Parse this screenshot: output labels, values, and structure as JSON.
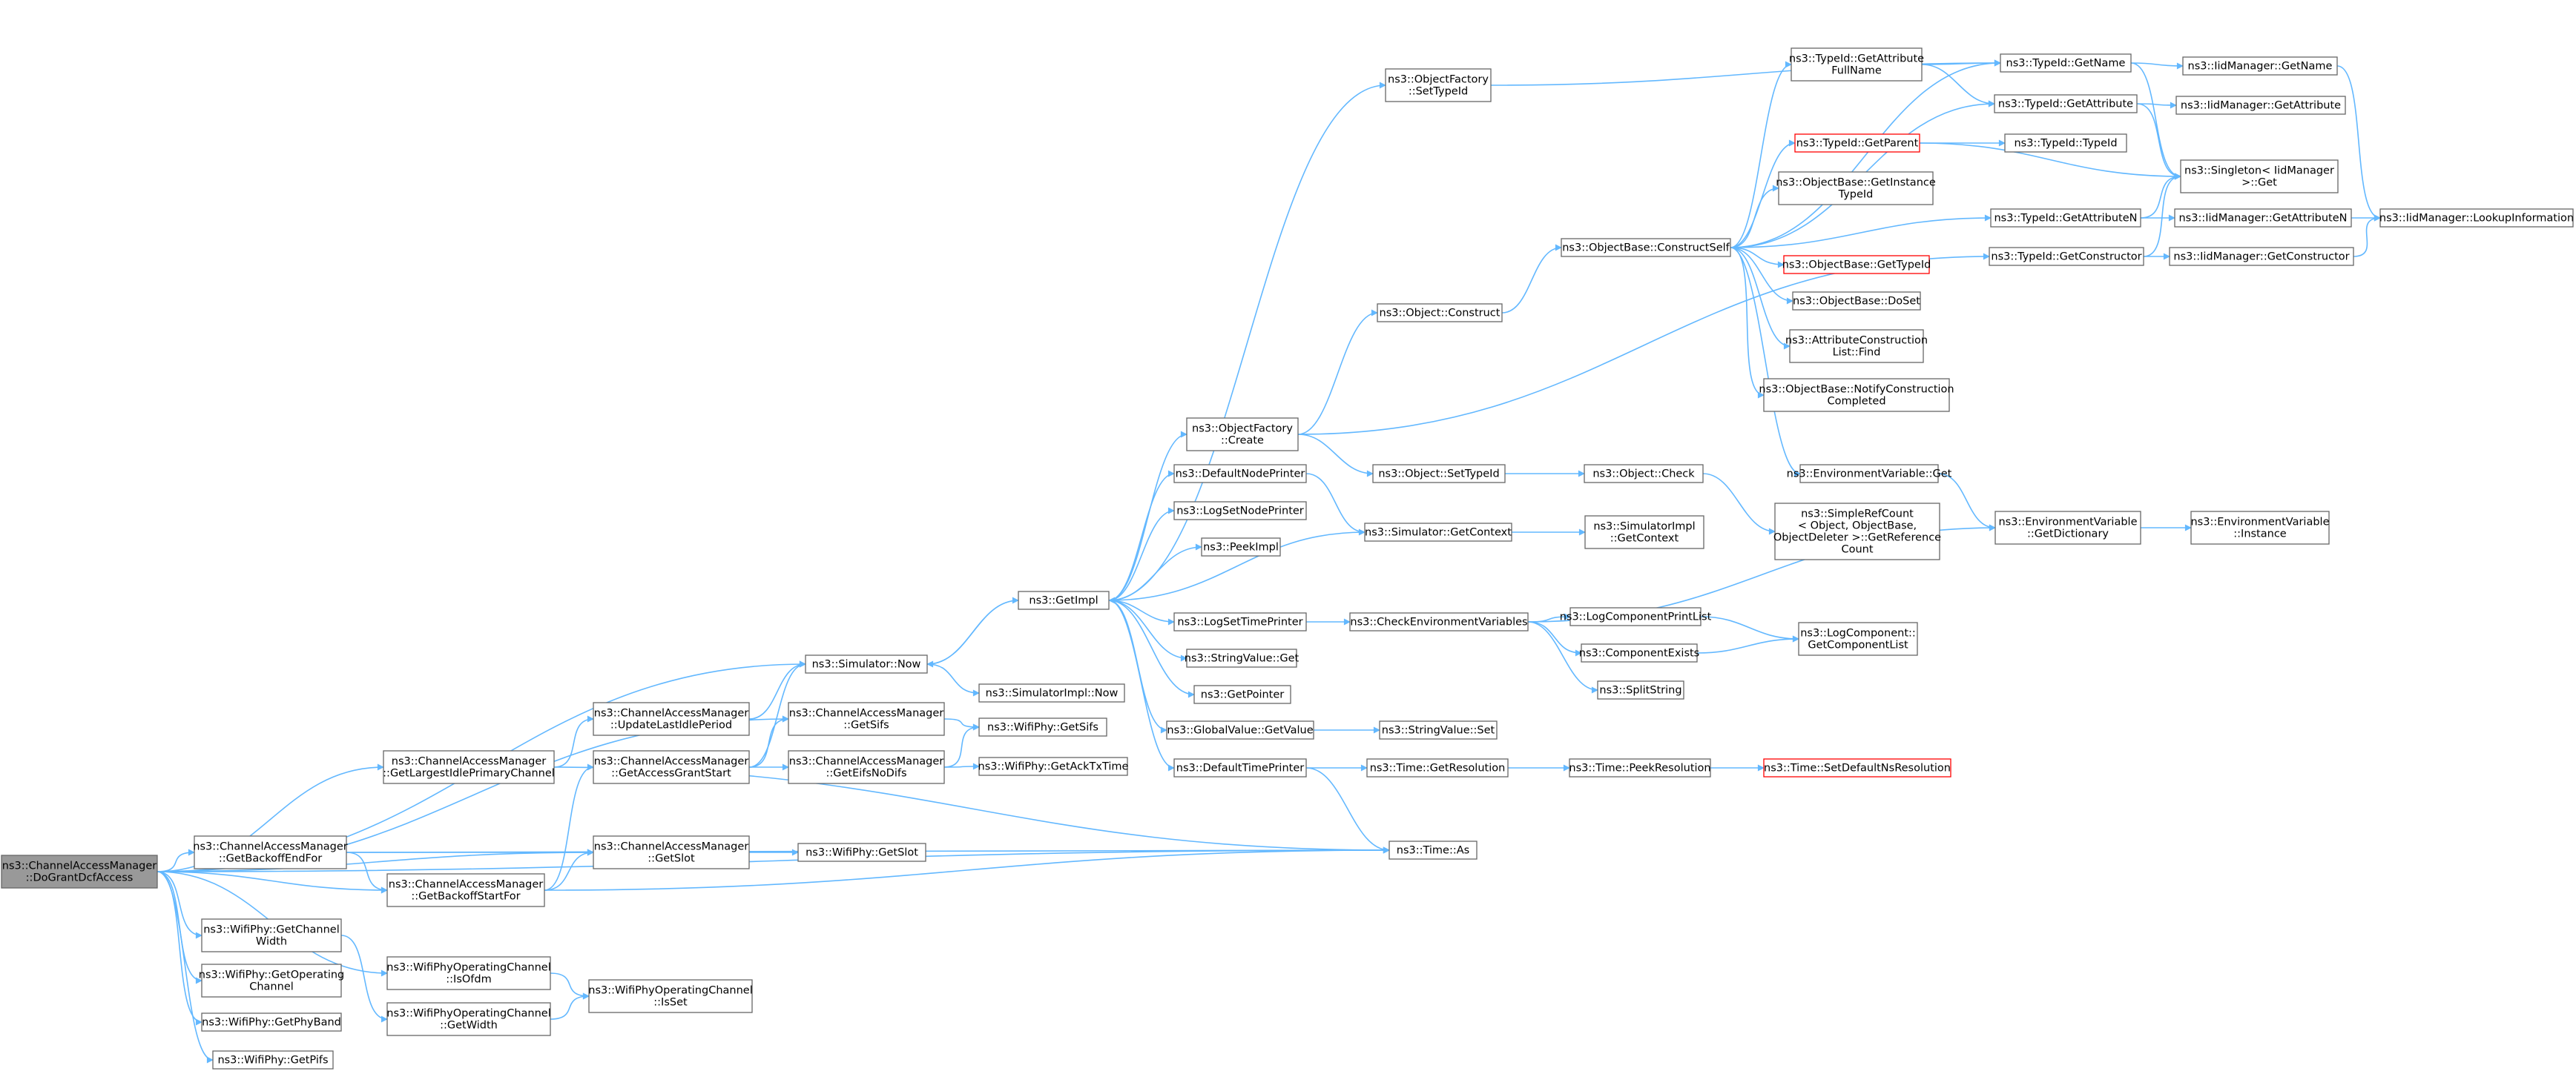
{
  "colors": {
    "edge": "#63b8ff",
    "node_border": "#666666",
    "node_fill": "#ffffff",
    "root_fill": "#999999",
    "truncated_border": "#ff0000",
    "text": "#000000"
  },
  "nodes": [
    {
      "id": "root",
      "lines": [
        "ns3::ChannelAccessManager",
        "::DoGrantDcfAccess"
      ],
      "style": "root"
    },
    {
      "id": "gbef",
      "lines": [
        "ns3::ChannelAccessManager",
        "::GetBackoffEndFor"
      ]
    },
    {
      "id": "gbsf",
      "lines": [
        "ns3::ChannelAccessManager",
        "::GetBackoffStartFor"
      ]
    },
    {
      "id": "gslot",
      "lines": [
        "ns3::ChannelAccessManager",
        "::GetSlot"
      ]
    },
    {
      "id": "wpgslot",
      "lines": [
        "ns3::WifiPhy::GetSlot"
      ]
    },
    {
      "id": "glipc",
      "lines": [
        "ns3::ChannelAccessManager",
        "::GetLargestIdlePrimaryChannel"
      ]
    },
    {
      "id": "ulip",
      "lines": [
        "ns3::ChannelAccessManager",
        "::UpdateLastIdlePeriod"
      ]
    },
    {
      "id": "gags",
      "lines": [
        "ns3::ChannelAccessManager",
        "::GetAccessGrantStart"
      ]
    },
    {
      "id": "gsifs",
      "lines": [
        "ns3::ChannelAccessManager",
        "::GetSifs"
      ]
    },
    {
      "id": "geifs",
      "lines": [
        "ns3::ChannelAccessManager",
        "::GetEifsNoDifs"
      ]
    },
    {
      "id": "wpgsifs",
      "lines": [
        "ns3::WifiPhy::GetSifs"
      ]
    },
    {
      "id": "wpgack",
      "lines": [
        "ns3::WifiPhy::GetAckTxTime"
      ]
    },
    {
      "id": "simnow",
      "lines": [
        "ns3::Simulator::Now"
      ]
    },
    {
      "id": "simimplnow",
      "lines": [
        "ns3::SimulatorImpl::Now"
      ]
    },
    {
      "id": "getimpl",
      "lines": [
        "ns3::GetImpl"
      ]
    },
    {
      "id": "wpgcw",
      "lines": [
        "ns3::WifiPhy::GetChannel",
        "Width"
      ]
    },
    {
      "id": "wpgoc",
      "lines": [
        "ns3::WifiPhy::GetOperating",
        "Channel"
      ]
    },
    {
      "id": "wpgpb",
      "lines": [
        "ns3::WifiPhy::GetPhyBand"
      ]
    },
    {
      "id": "wpgpifs",
      "lines": [
        "ns3::WifiPhy::GetPifs"
      ]
    },
    {
      "id": "wpocofdm",
      "lines": [
        "ns3::WifiPhyOperatingChannel",
        "::IsOfdm"
      ]
    },
    {
      "id": "wpocgw",
      "lines": [
        "ns3::WifiPhyOperatingChannel",
        "::GetWidth"
      ]
    },
    {
      "id": "wpocset",
      "lines": [
        "ns3::WifiPhyOperatingChannel",
        "::IsSet"
      ]
    },
    {
      "id": "timeas",
      "lines": [
        "ns3::Time::As"
      ]
    },
    {
      "id": "ofcreate",
      "lines": [
        "ns3::ObjectFactory",
        "::Create"
      ]
    },
    {
      "id": "ofsettid",
      "lines": [
        "ns3::ObjectFactory",
        "::SetTypeId"
      ]
    },
    {
      "id": "dnp",
      "lines": [
        "ns3::DefaultNodePrinter"
      ]
    },
    {
      "id": "lsnp",
      "lines": [
        "ns3::LogSetNodePrinter"
      ]
    },
    {
      "id": "peekimpl",
      "lines": [
        "ns3::PeekImpl"
      ]
    },
    {
      "id": "lstp",
      "lines": [
        "ns3::LogSetTimePrinter"
      ]
    },
    {
      "id": "svget",
      "lines": [
        "ns3::StringValue::Get"
      ]
    },
    {
      "id": "getptr",
      "lines": [
        "ns3::GetPointer"
      ]
    },
    {
      "id": "gvgv",
      "lines": [
        "ns3::GlobalValue::GetValue"
      ]
    },
    {
      "id": "dtp",
      "lines": [
        "ns3::DefaultTimePrinter"
      ]
    },
    {
      "id": "objconstruct",
      "lines": [
        "ns3::Object::Construct"
      ]
    },
    {
      "id": "objsettid",
      "lines": [
        "ns3::Object::SetTypeId"
      ]
    },
    {
      "id": "simgetctx",
      "lines": [
        "ns3::Simulator::GetContext"
      ]
    },
    {
      "id": "cev",
      "lines": [
        "ns3::CheckEnvironmentVariables"
      ]
    },
    {
      "id": "svset",
      "lines": [
        "ns3::StringValue::Set"
      ]
    },
    {
      "id": "timegetres",
      "lines": [
        "ns3::Time::GetResolution"
      ]
    },
    {
      "id": "obcs",
      "lines": [
        "ns3::ObjectBase::ConstructSelf"
      ]
    },
    {
      "id": "objcheck",
      "lines": [
        "ns3::Object::Check"
      ]
    },
    {
      "id": "simimplgetctx",
      "lines": [
        "ns3::SimulatorImpl",
        "::GetContext"
      ]
    },
    {
      "id": "lcpl",
      "lines": [
        "ns3::LogComponentPrintList"
      ]
    },
    {
      "id": "compexists",
      "lines": [
        "ns3::ComponentExists"
      ]
    },
    {
      "id": "splitstr",
      "lines": [
        "ns3::SplitString"
      ]
    },
    {
      "id": "timepeekres",
      "lines": [
        "ns3::Time::PeekResolution"
      ]
    },
    {
      "id": "tidgafn",
      "lines": [
        "ns3::TypeId::GetAttribute",
        "FullName"
      ]
    },
    {
      "id": "tidgetparent",
      "lines": [
        "ns3::TypeId::GetParent"
      ],
      "style": "truncated"
    },
    {
      "id": "obgit",
      "lines": [
        "ns3::ObjectBase::GetInstance",
        "TypeId"
      ]
    },
    {
      "id": "obgettid",
      "lines": [
        "ns3::ObjectBase::GetTypeId"
      ],
      "style": "truncated"
    },
    {
      "id": "obdoset",
      "lines": [
        "ns3::ObjectBase::DoSet"
      ]
    },
    {
      "id": "aclfind",
      "lines": [
        "ns3::AttributeConstruction",
        "List::Find"
      ]
    },
    {
      "id": "obnc",
      "lines": [
        "ns3::ObjectBase::NotifyConstruction",
        "Completed"
      ]
    },
    {
      "id": "evget",
      "lines": [
        "ns3::EnvironmentVariable::Get"
      ]
    },
    {
      "id": "srcget",
      "lines": [
        "ns3::SimpleRefCount",
        "< Object, ObjectBase,",
        "ObjectDeleter >::GetReference",
        "Count"
      ]
    },
    {
      "id": "lcgcl",
      "lines": [
        "ns3::LogComponent::",
        "GetComponentList"
      ]
    },
    {
      "id": "tsdnr",
      "lines": [
        "ns3::Time::SetDefaultNsResolution"
      ],
      "style": "truncated"
    },
    {
      "id": "tidgetname",
      "lines": [
        "ns3::TypeId::GetName"
      ]
    },
    {
      "id": "tidgetattr",
      "lines": [
        "ns3::TypeId::GetAttribute"
      ]
    },
    {
      "id": "tidtid",
      "lines": [
        "ns3::TypeId::TypeId"
      ]
    },
    {
      "id": "tidgetattrn",
      "lines": [
        "ns3::TypeId::GetAttributeN"
      ]
    },
    {
      "id": "tidgetctor",
      "lines": [
        "ns3::TypeId::GetConstructor"
      ]
    },
    {
      "id": "evgetdict",
      "lines": [
        "ns3::EnvironmentVariable",
        "::GetDictionary"
      ]
    },
    {
      "id": "iidgetname",
      "lines": [
        "ns3::IidManager::GetName"
      ]
    },
    {
      "id": "iidgetattr",
      "lines": [
        "ns3::IidManager::GetAttribute"
      ]
    },
    {
      "id": "singleton",
      "lines": [
        "ns3::Singleton< IidManager",
        ">::Get"
      ]
    },
    {
      "id": "iidgetattrn",
      "lines": [
        "ns3::IidManager::GetAttributeN"
      ]
    },
    {
      "id": "iidgetctor",
      "lines": [
        "ns3::IidManager::GetConstructor"
      ]
    },
    {
      "id": "evinst",
      "lines": [
        "ns3::EnvironmentVariable",
        "::Instance"
      ]
    },
    {
      "id": "iidlookup",
      "lines": [
        "ns3::IidManager::LookupInformation"
      ]
    }
  ]
}
